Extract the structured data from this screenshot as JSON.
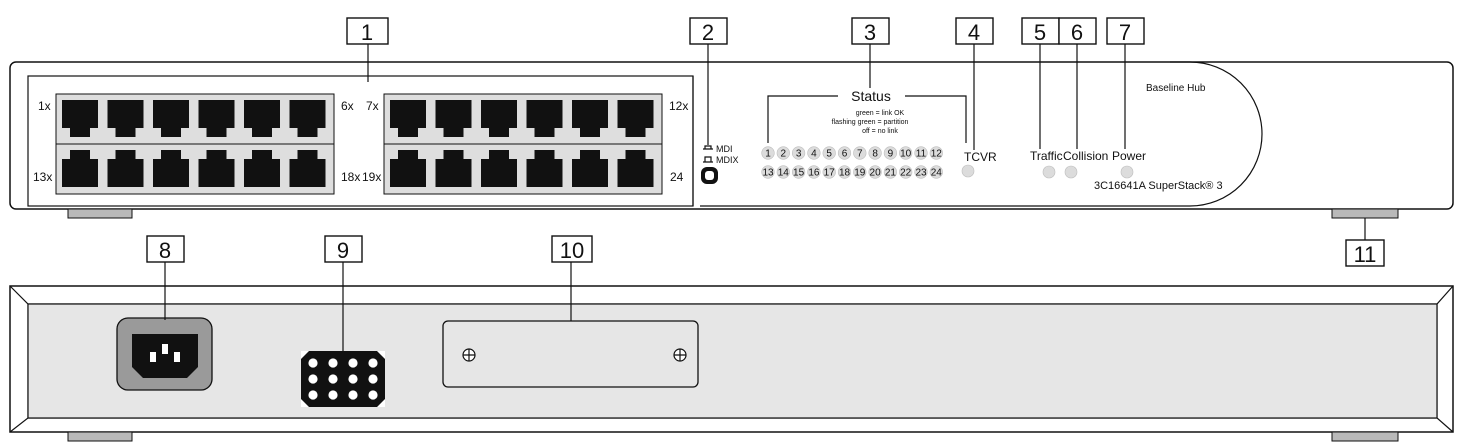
{
  "callouts": [
    "1",
    "2",
    "3",
    "4",
    "5",
    "6",
    "7",
    "8",
    "9",
    "10",
    "11"
  ],
  "front": {
    "brand": "Baseline  Hub",
    "model": "3C16641A  SuperStack® 3",
    "port_labels": {
      "group1_top_left": "1x",
      "group1_top_right": "6x",
      "group1_bottom_left": "13x",
      "group1_bottom_right": "18x",
      "group2_top_left": "7x",
      "group2_top_right": "12x",
      "group2_bottom_left": "19x",
      "group2_bottom_right": "24"
    },
    "mdi_label": "MDI",
    "mdix_label": "MDIX",
    "status_title": "Status",
    "status_legend": [
      "green = link OK",
      "flashing green = partition",
      "off = no link"
    ],
    "led_row1": [
      "1",
      "2",
      "3",
      "4",
      "5",
      "6",
      "7",
      "8",
      "9",
      "10",
      "11",
      "12"
    ],
    "led_row2": [
      "13",
      "14",
      "15",
      "16",
      "17",
      "18",
      "19",
      "20",
      "21",
      "22",
      "23",
      "24"
    ],
    "tcvr_label": "TCVR",
    "traffic_label": "Traffic",
    "collision_label": "Collision",
    "power_label": "Power"
  },
  "colors": {
    "outline": "#111111",
    "panel_grey": "#e6e6e6",
    "led_off": "#dcdcdc",
    "foot_grey": "#b9b9b9"
  }
}
